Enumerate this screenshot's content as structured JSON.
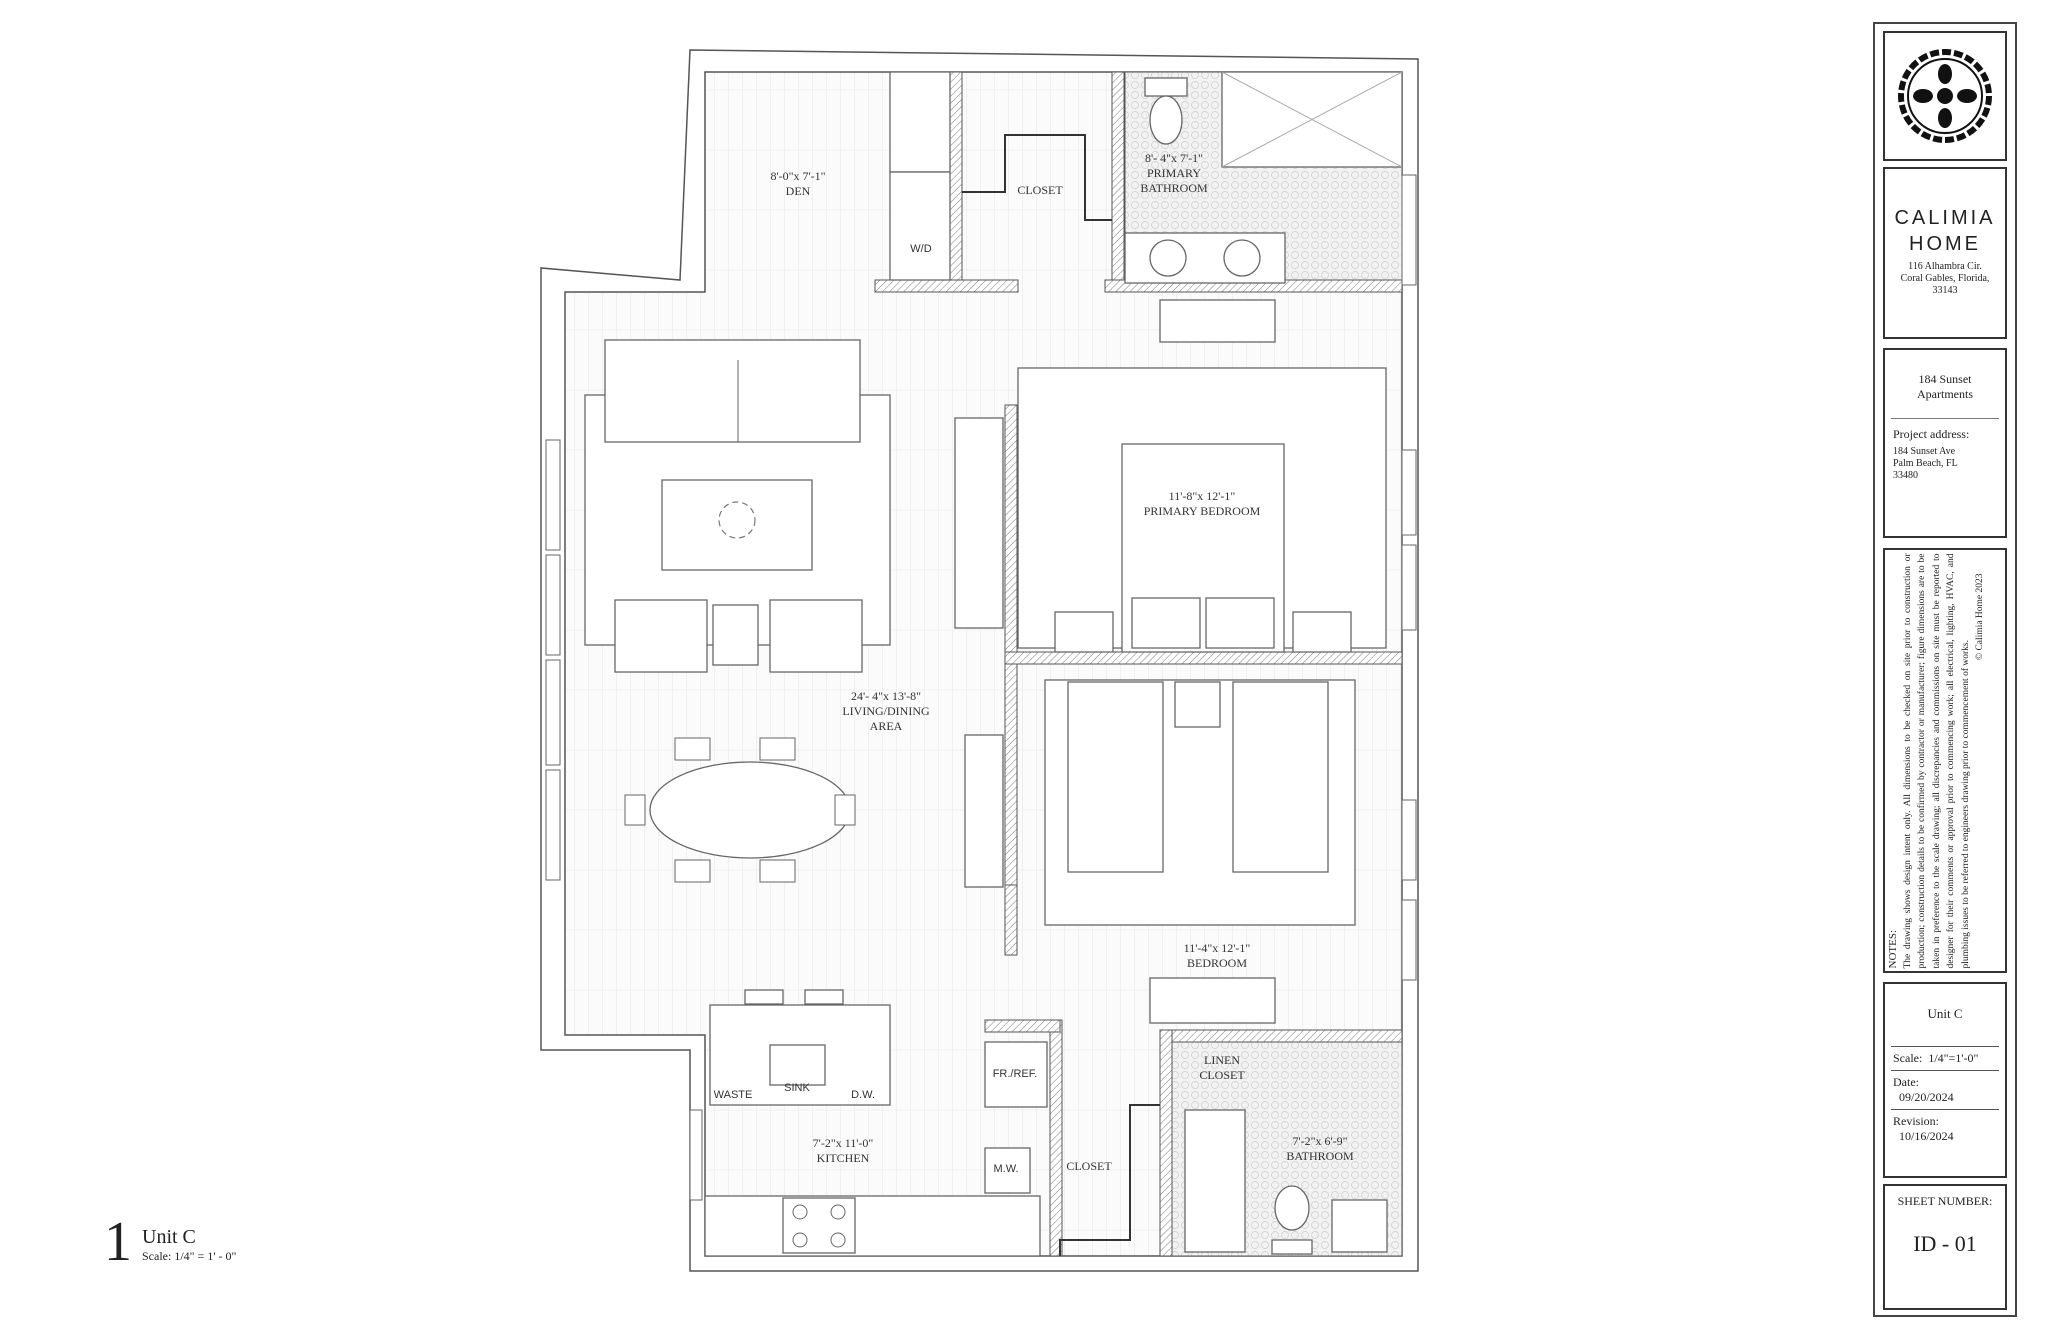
{
  "drawing": {
    "number": "1",
    "title": "Unit C",
    "scale": "Scale: 1/4\" = 1' - 0\""
  },
  "rooms": {
    "den": {
      "dim": "8'-0\"x 7'-1\"",
      "name": "DEN"
    },
    "closet_top": {
      "name": "CLOSET"
    },
    "primary_bath": {
      "dim": "8'- 4\"x 7'-1\"",
      "name1": "PRIMARY",
      "name2": "BATHROOM"
    },
    "primary_bed": {
      "dim": "11'-8\"x 12'-1\"",
      "name": "PRIMARY BEDROOM"
    },
    "living": {
      "dim": "24'- 4\"x 13'-8\"",
      "name1": "LIVING/DINING",
      "name2": "AREA"
    },
    "bedroom": {
      "dim": "11'-4\"x 12'-1\"",
      "name": "BEDROOM"
    },
    "kitchen": {
      "dim": "7'-2\"x 11'-0\"",
      "name": "KITCHEN"
    },
    "bathroom": {
      "dim": "7'-2\"x 6'-9\"",
      "name": "BATHROOM"
    },
    "linen": {
      "name1": "LINEN",
      "name2": "CLOSET"
    },
    "closet_bottom": {
      "name": "CLOSET"
    }
  },
  "fixtures": {
    "wd": "W/D",
    "waste": "WASTE",
    "sink": "SINK",
    "dw": "D.W.",
    "fridge": "FR./REF.",
    "mw": "M.W."
  },
  "title_block": {
    "company": {
      "line1": "CALIMIA",
      "line2": "HOME",
      "addr1": "116 Alhambra Cir.",
      "addr2": "Coral Gables, Florida,",
      "addr3": "33143"
    },
    "project": {
      "name1": "184 Sunset",
      "name2": "Apartments",
      "address_label": "Project address:",
      "addr1": "184 Sunset Ave",
      "addr2": "Palm Beach, FL",
      "addr3": "33480"
    },
    "notes": {
      "heading": "NOTES:",
      "body": "The drawing shows design intent only. All dimensions to be checked on site prior to construction or production; construction details to be confirmed by contractor or manufacturer; figure dimensions are to be taken in preference to the scale drawing; all discrepancies and commissions on site must be reported to designer for their comments or approval prior to commencing work; all electrical, lighting, HVAC, and plumbing issues to be referred to engineers drawing prior to commencement of works.",
      "copyright": "© Calimia Home 2023"
    },
    "unit": "Unit C",
    "scale_label": "Scale:",
    "scale_value": "1/4\"=1'-0\"",
    "date_label": "Date:",
    "date": "09/20/2024",
    "revision_label": "Revision:",
    "revision": "10/16/2024",
    "sheet_label": "SHEET NUMBER:",
    "sheet": "ID - 01"
  }
}
